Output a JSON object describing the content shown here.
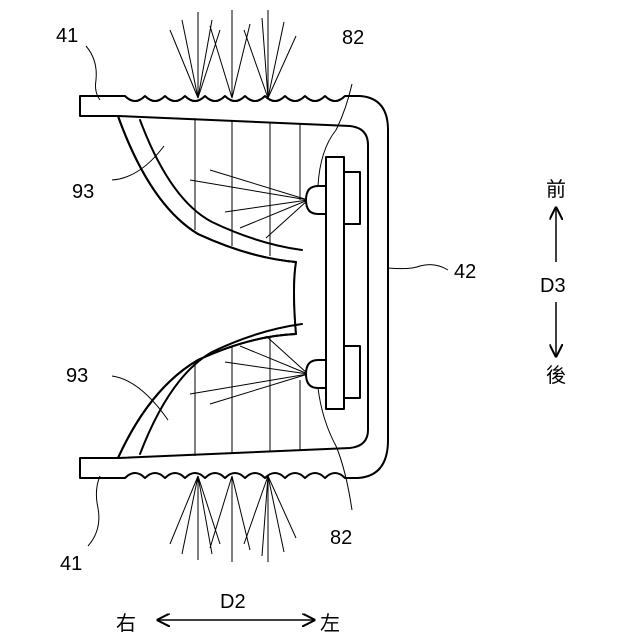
{
  "labels": {
    "refl_top": "41",
    "refl_bottom": "41",
    "cover": "42",
    "led_top": "82",
    "led_bottom": "82",
    "wall_top": "93",
    "wall_bottom": "93",
    "dir_d3": "D3",
    "dir_d2": "D2",
    "front": "前",
    "rear": "後",
    "right": "右",
    "left": "左"
  }
}
